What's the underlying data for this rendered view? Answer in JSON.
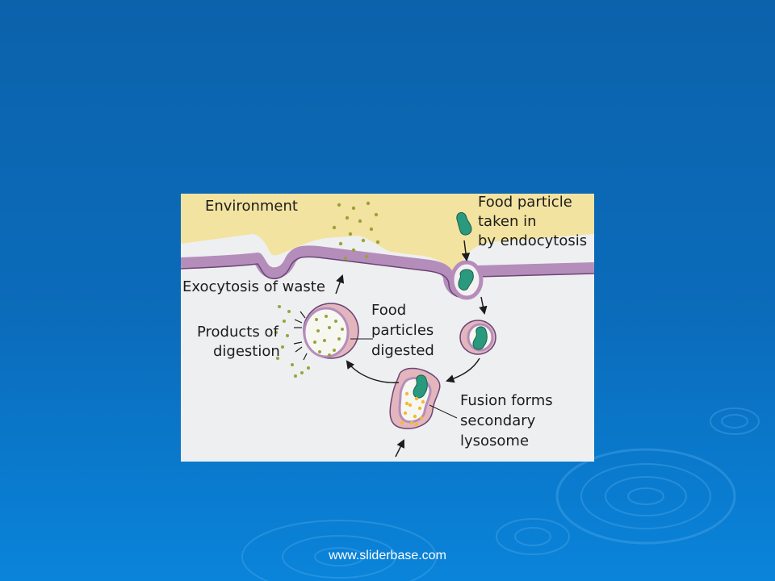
{
  "diagram": {
    "labels": {
      "environment": "Environment",
      "food_particle_1": "Food particle",
      "food_particle_2": "taken in",
      "food_particle_3": "by endocytosis",
      "exocytosis": "Exocytosis of waste",
      "products_1": "Products of",
      "products_2": "digestion",
      "digested_1": "Food",
      "digested_2": "particles",
      "digested_3": "digested",
      "fusion_1": "Fusion forms",
      "fusion_2": "secondary",
      "fusion_3": "lysosome"
    },
    "colors": {
      "environment": "#f3e3a0",
      "cytoplasm": "#eeeff0",
      "membrane": "#b58dbb",
      "membrane_edge": "#6c4577",
      "lysosome_fill": "#e3b6be",
      "food_particle": "#2a9a7e",
      "waste_dots": "#9aa23a",
      "enzyme_dots": "#f4b935"
    }
  },
  "footer": {
    "url": "www.sliderbase.com"
  }
}
